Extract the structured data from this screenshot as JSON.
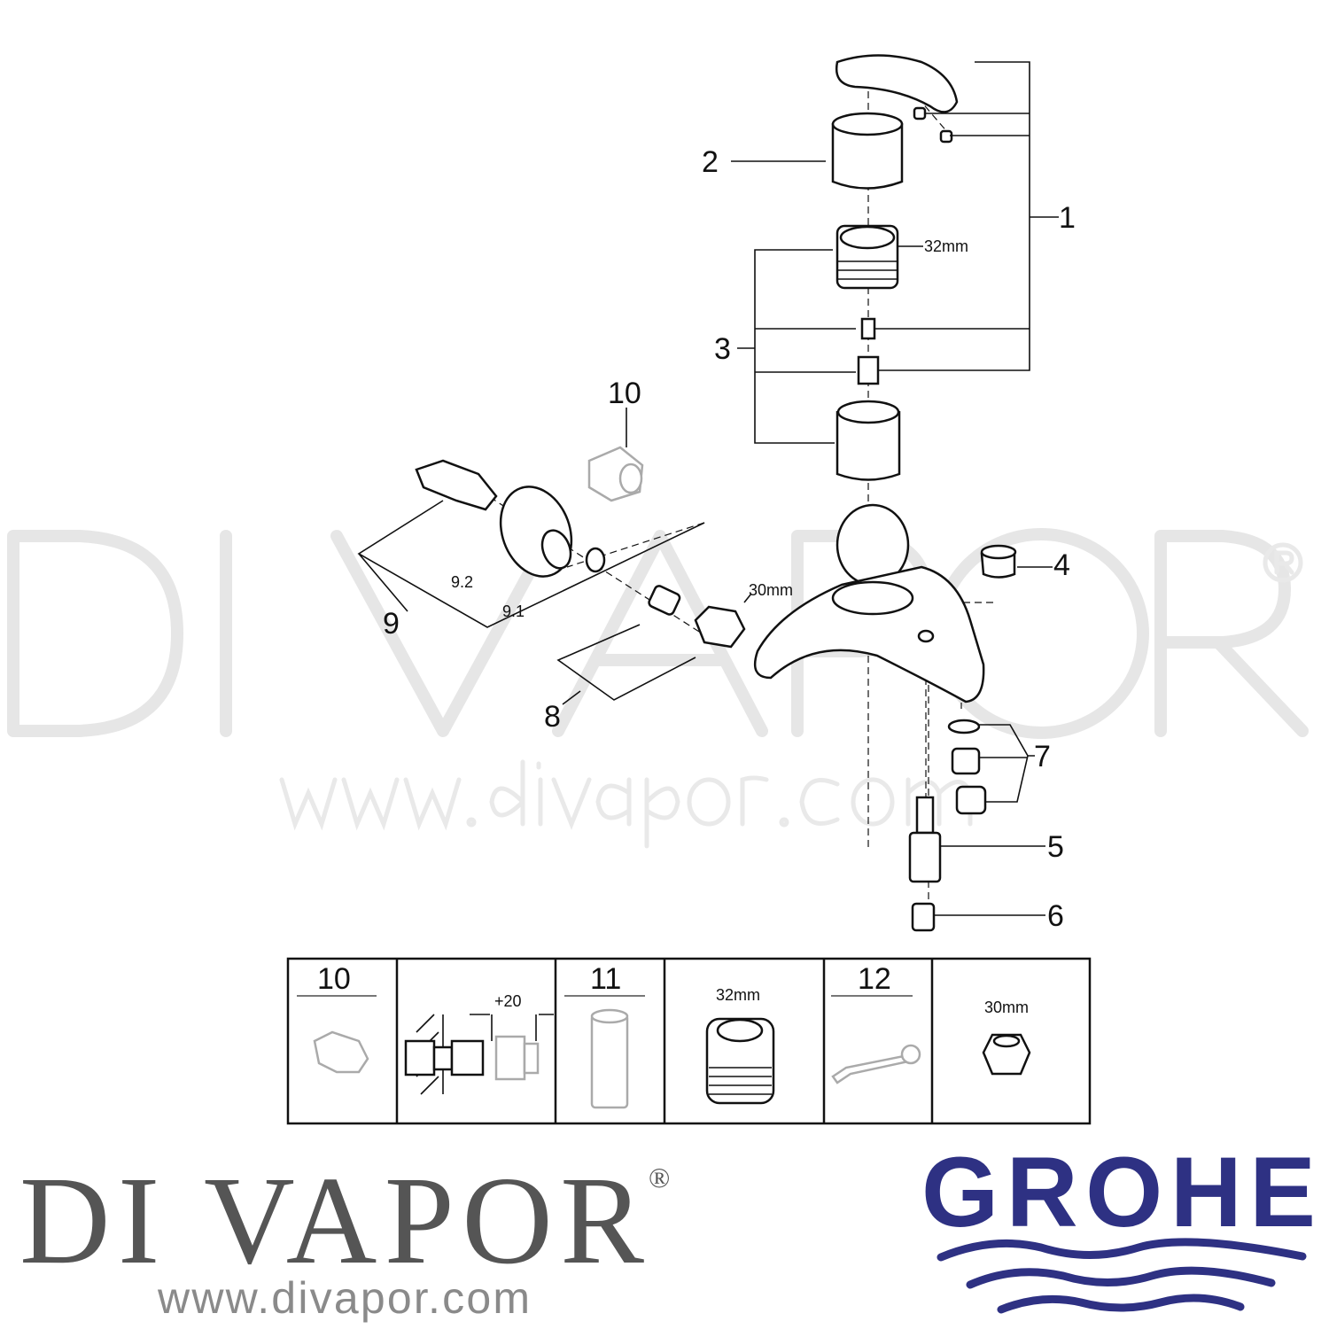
{
  "watermark": {
    "brand": "DI VAPOR",
    "registered": "®",
    "url": "www.divapor.com"
  },
  "callouts": {
    "c1": "1",
    "c2": "2",
    "c3": "3",
    "c4": "4",
    "c5": "5",
    "c6": "6",
    "c7": "7",
    "c8": "8",
    "c9": "9",
    "c9_1": "9.1",
    "c9_2": "9.2",
    "c10": "10",
    "size_32": "32mm",
    "size_30": "30mm"
  },
  "accessories_table": {
    "cells": [
      {
        "label": "10"
      },
      {
        "label": "+20"
      },
      {
        "label": "11"
      },
      {
        "label": "32mm"
      },
      {
        "label": "12"
      },
      {
        "label": "30mm"
      }
    ]
  },
  "footer": {
    "divapor_logo": "DI VAPOR",
    "divapor_registered": "®",
    "divapor_url": "www.divapor.com",
    "grohe_logo": "GROHE",
    "grohe_color": "#2e3183"
  }
}
